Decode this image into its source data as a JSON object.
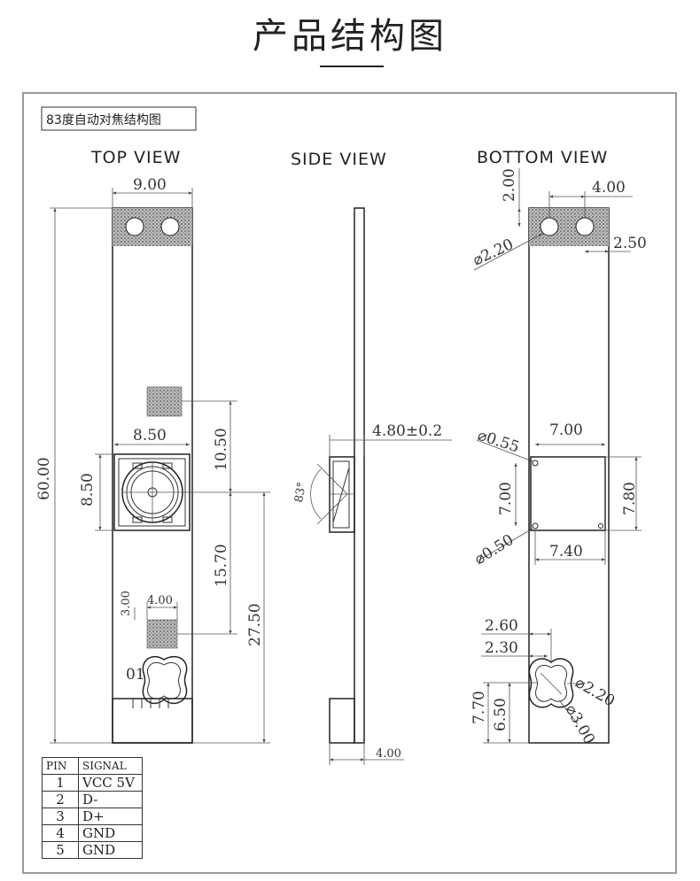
{
  "page_title": "产品结构图",
  "caption": "83度自动对焦结构图",
  "views": {
    "top": "TOP VIEW",
    "side": "SIDE VIEW",
    "bottom": "BOTTOM  VIEW"
  },
  "top_view": {
    "width": "9.00",
    "module_width": "8.50",
    "module_height": "8.50",
    "total_length": "60.00",
    "upper_gap": "10.50",
    "lower_gap": "15.70",
    "to_bottom": "27.50",
    "pad_gap": "3.00",
    "pad_width": "4.00",
    "pin_label": "01"
  },
  "side_view": {
    "lens_height": "4.80±0.2",
    "angle": "83°",
    "connector_depth": "4.00"
  },
  "bottom_view": {
    "hole_offset_top": "2.00",
    "hole_spacing": "4.00",
    "hole_diameter": "⌀2.20",
    "hole_offset_side": "2.50",
    "sensor_width": "7.00",
    "sensor_height": "7.00",
    "sensor_outer_height": "7.80",
    "sensor_outer_width": "7.40",
    "mark_top": "⌀0.55",
    "mark_bottom": "⌀0.50",
    "slot_outer": "2.60",
    "slot_inner": "2.30",
    "slot_height_outer": "7.70",
    "slot_height_inner": "6.50",
    "slot_dia_small": "⌀2.20",
    "slot_dia_large": "⌀3.00"
  },
  "pin_table": {
    "headers": [
      "PIN",
      "SIGNAL"
    ],
    "rows": [
      {
        "pin": "1",
        "signal": "VCC  5V"
      },
      {
        "pin": "2",
        "signal": "D-"
      },
      {
        "pin": "3",
        "signal": "D+"
      },
      {
        "pin": "4",
        "signal": "GND"
      },
      {
        "pin": "5",
        "signal": "GND"
      }
    ]
  }
}
